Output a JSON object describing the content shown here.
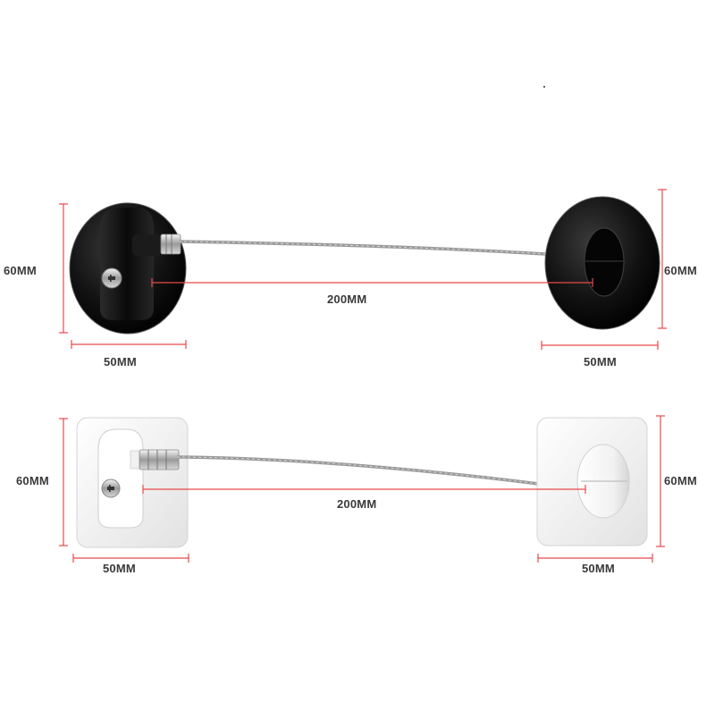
{
  "product": {
    "black_variant": {
      "height_left": "60MM",
      "height_right": "60MM",
      "cable_length": "200MM",
      "width_left": "50MM",
      "width_right": "50MM"
    },
    "white_variant": {
      "height_left": "60MM",
      "height_right": "60MM",
      "cable_length": "200MM",
      "width_left": "50MM",
      "width_right": "50MM"
    }
  },
  "colors": {
    "dimension_line": "#e8494c",
    "black_body": "#0c0c0c",
    "white_body": "#f3f3f3",
    "cable": "#9a9a9a",
    "text": "#3a3a3a"
  }
}
